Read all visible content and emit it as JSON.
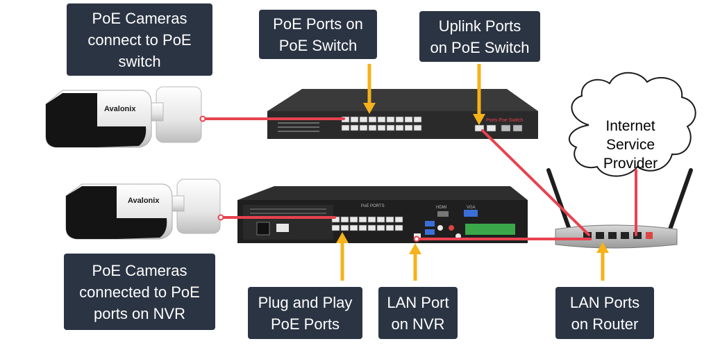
{
  "callouts": {
    "cameras_switch": "PoE Cameras\nconnect to PoE\nswitch",
    "poe_ports_switch": "PoE Ports on\nPoE Switch",
    "uplink_ports": "Uplink Ports\non PoE Switch",
    "cameras_nvr": "PoE Cameras\nconnected to PoE\nports on NVR",
    "plug_play": "Plug and Play\nPoE Ports",
    "lan_nvr": "LAN Port\non NVR",
    "lan_router": "LAN Ports\non Router"
  },
  "cloud": {
    "label": "Internet\nService\nProvider"
  },
  "devices": {
    "camera_brand": "Avalonix",
    "switch_label": "Ports Poe Switch",
    "nvr_poe_label": "PoE PORTS",
    "nvr_vga_label": "VGA",
    "nvr_hdmi_label": "HDMI"
  },
  "colors": {
    "callout_bg": "#2b3443",
    "cable": "#e8424f",
    "arrow": "#f5b21a",
    "device_dark": "#2a2a2a"
  }
}
